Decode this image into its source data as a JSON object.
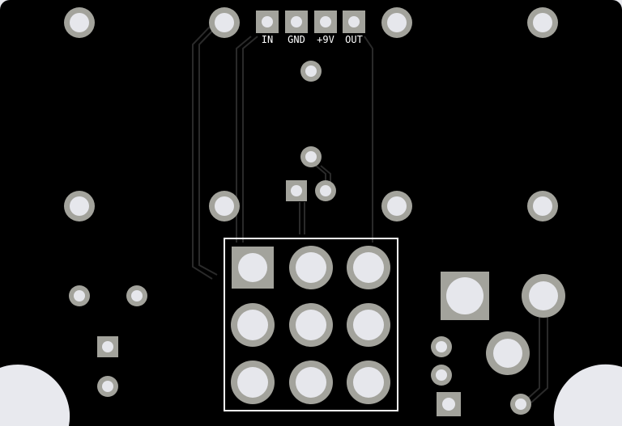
{
  "board": {
    "header_labels": [
      "IN",
      "GND",
      "+9V",
      "OUT"
    ]
  },
  "colors": {
    "background": "#e8e9ee",
    "board": "#000000",
    "pad": "#a3a39c",
    "hole": "#e6e7ec",
    "trace": "#2a2a2a",
    "silkscreen": "#ffffff"
  }
}
